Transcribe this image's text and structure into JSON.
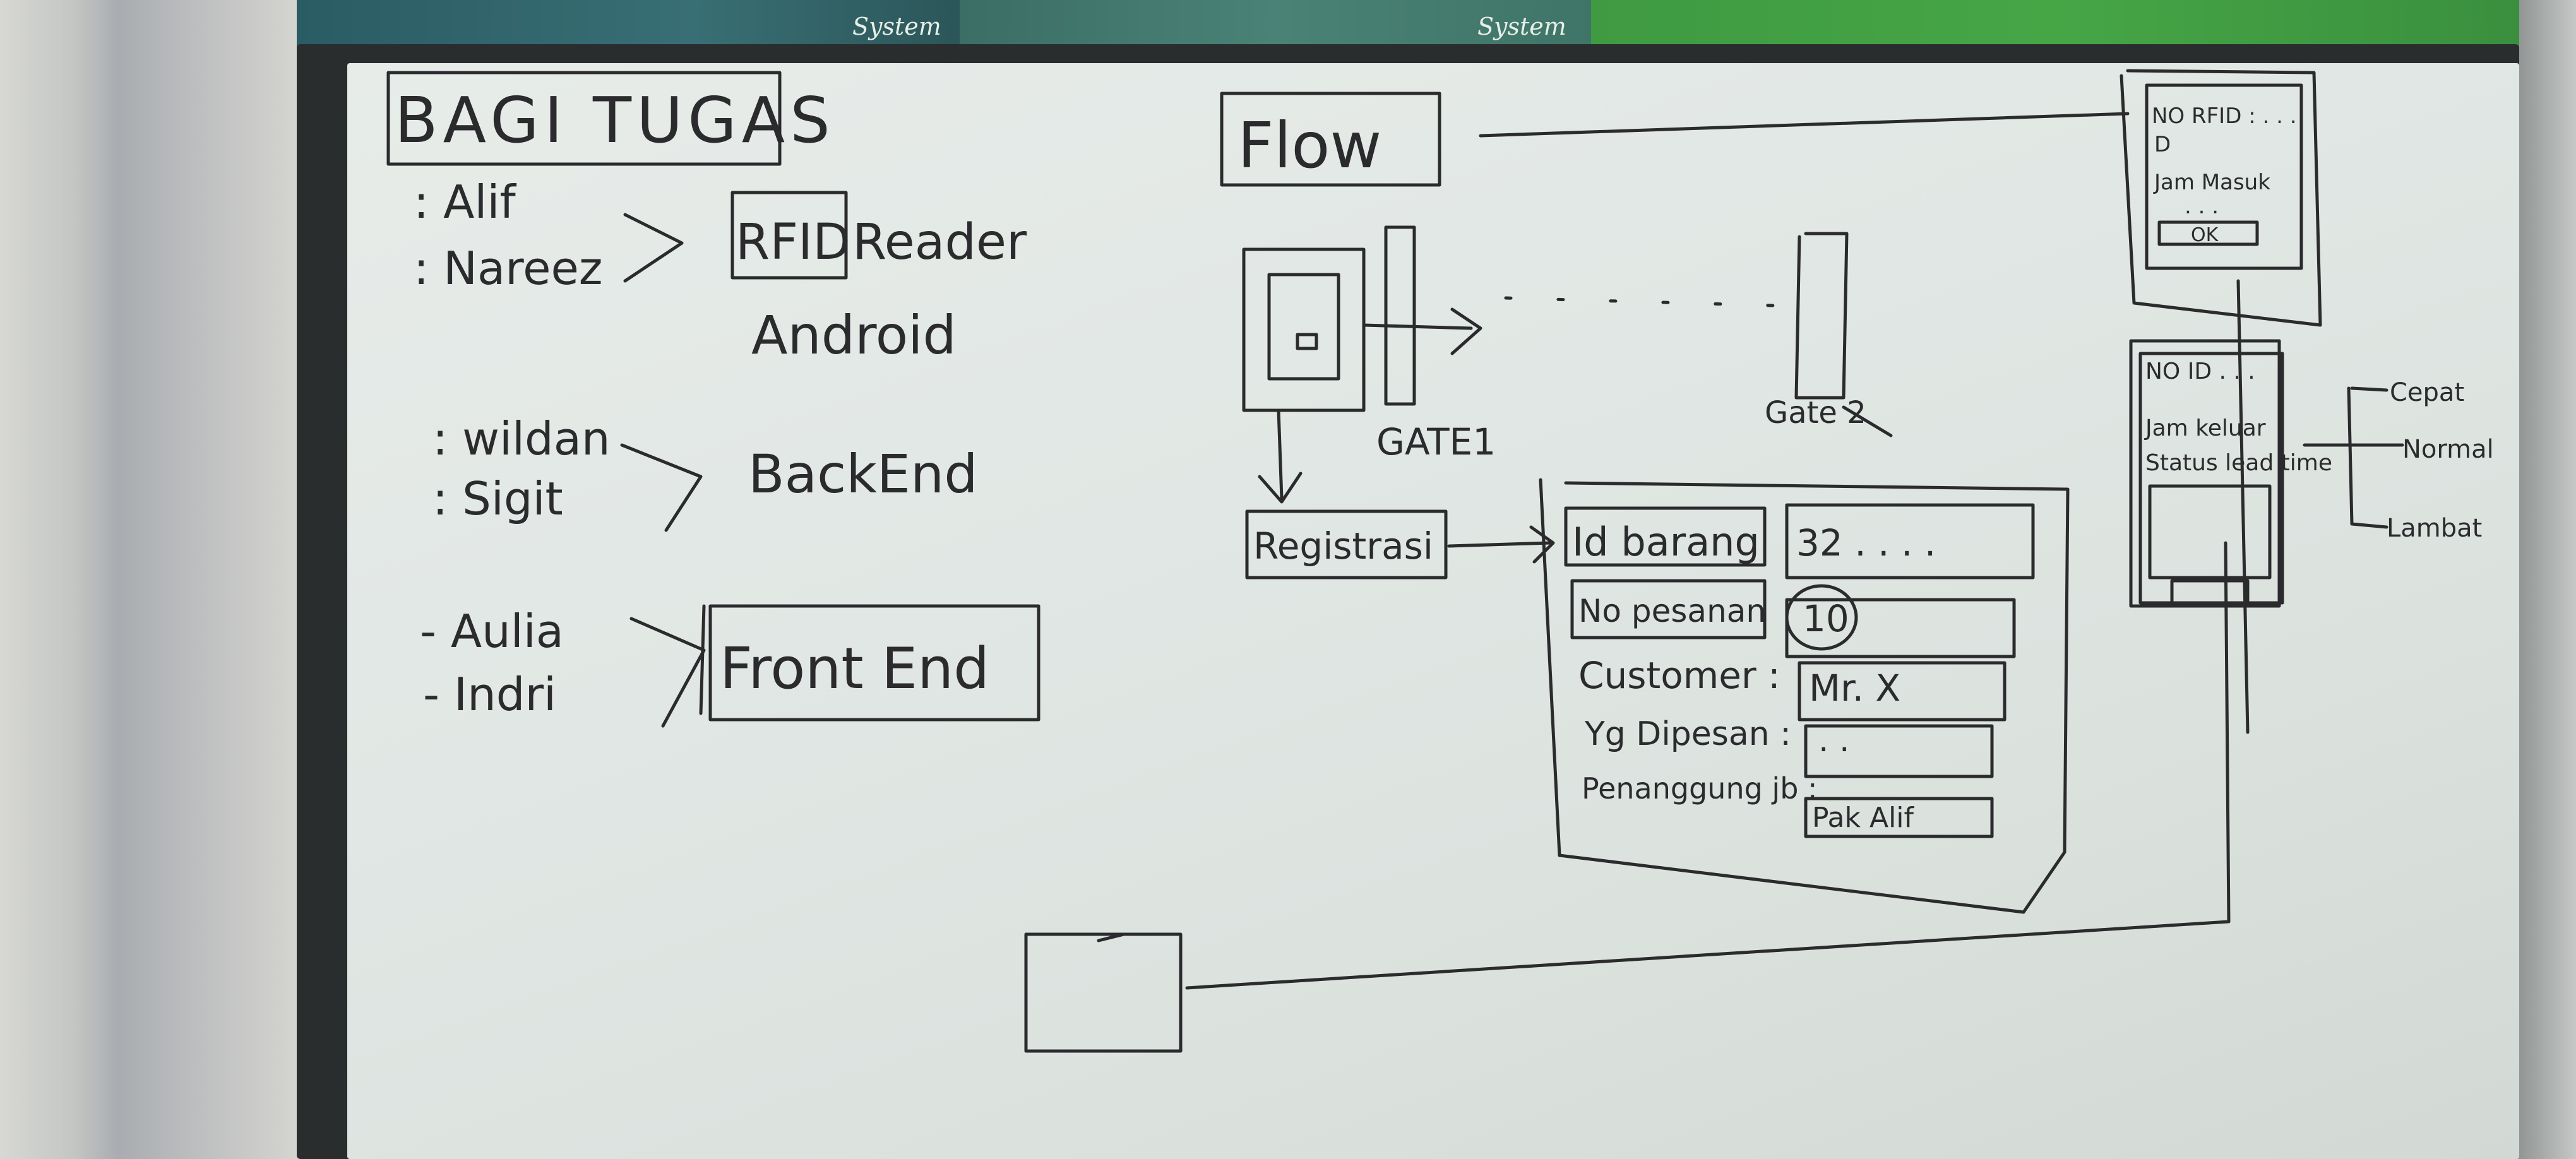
{
  "poster": {
    "left_word": "System",
    "right_word": "System"
  },
  "whiteboard": {
    "title": "BAGI TUGAS",
    "assignments": [
      {
        "names": [
          ": Alif",
          ": Nareez"
        ],
        "task_parts": [
          "RFID",
          "Reader",
          "Android"
        ]
      },
      {
        "names": [
          ": wildan",
          ": Sigit"
        ],
        "task_parts": [
          "BackEnd"
        ]
      },
      {
        "names": [
          "- Aulia",
          "- Indri"
        ],
        "task_parts": [
          "Front End"
        ]
      }
    ],
    "flow": {
      "title": "Flow",
      "gate1": "GATE1",
      "gate2": "Gate 2",
      "registrasi": "Registrasi"
    },
    "registration_form": {
      "fields": [
        {
          "label": "Id barang",
          "value": "32 . . . ."
        },
        {
          "label": "No pesanan",
          "value": "10"
        },
        {
          "label": "Customer :",
          "value": "Mr. X"
        },
        {
          "label": "Yg Dipesan :",
          "value": ". ."
        },
        {
          "label": "Penanggung jb :",
          "value": "Pak Alif"
        }
      ]
    },
    "entry_card": {
      "lines": [
        "NO RFID : . . .",
        "D",
        "Jam Masuk",
        ". . ."
      ],
      "button": "OK"
    },
    "exit_card": {
      "lines": [
        "NO ID . . .",
        "Jam keluar",
        "Status lead time"
      ]
    },
    "lead_time_status": [
      "Cepat",
      "Normal",
      "Lambat"
    ]
  }
}
